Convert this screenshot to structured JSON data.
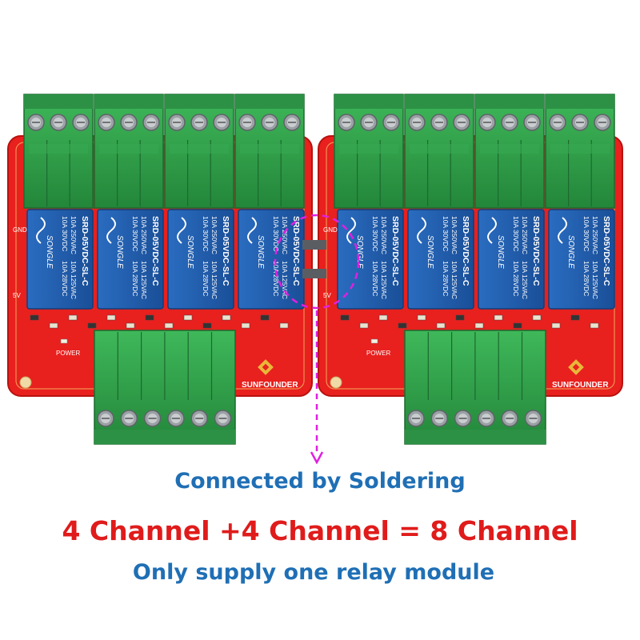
{
  "relay_model": "SRD-05VDC-SL-C",
  "relay_brand": "SONGLE",
  "relay_ratings": [
    "10A 250VAC",
    "10A 30VDC",
    "10A 125VAC",
    "10A 28VDC"
  ],
  "board_brand": "SUNFOUNDER",
  "power_label": "POWER",
  "pin_labels": {
    "gnd": "GND",
    "vcc": "5V"
  },
  "captions": {
    "line1": "Connected by Soldering",
    "line2": "4 Channel +4 Channel = 8 Channel",
    "line3": "Only supply one relay module"
  },
  "colors": {
    "pcb": "#e8201e",
    "terminal": "#2f9e4a",
    "relay": "#1f5fb0",
    "arrow": "#e020e0",
    "blue_text": "#1f6fb5",
    "red_text": "#e01b1b"
  }
}
